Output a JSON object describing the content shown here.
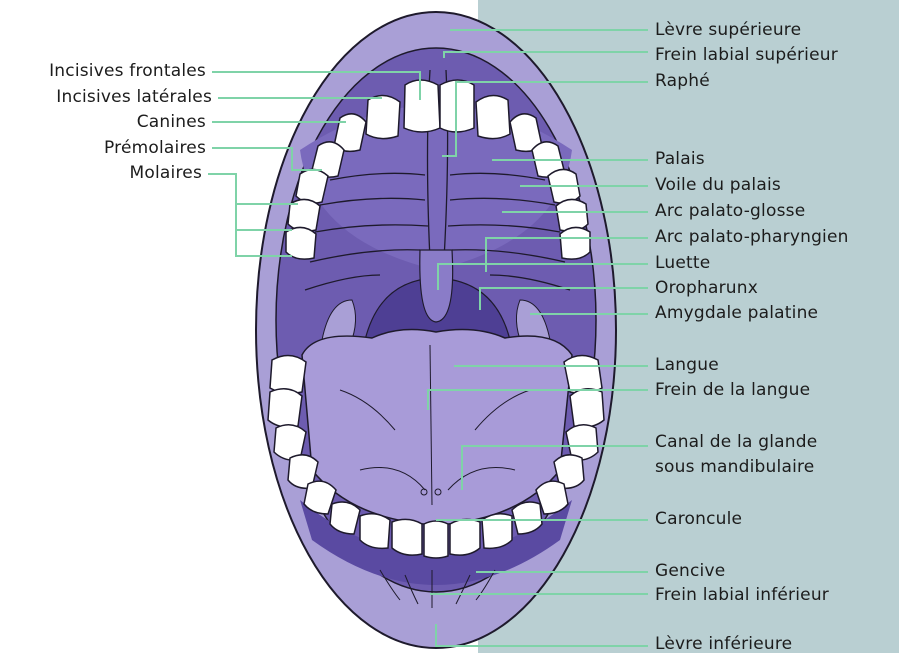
{
  "colors": {
    "panel": "#b9cfd2",
    "leader": "#7fd3a8",
    "lip": "#a99fd6",
    "cavity": "#6d5cb0",
    "throat": "#4e3f94",
    "tongue": "#a89bd8",
    "tooth": "#ffffff",
    "outline": "#1e1a2c"
  },
  "labels_left": [
    "Incisives frontales",
    "Incisives latérales",
    "Canines",
    "Prémolaires",
    "Molaires"
  ],
  "labels_right": [
    "Lèvre supérieure",
    "Frein labial supérieur",
    "Raphé",
    "Palais",
    "Voile du palais",
    "Arc palato-glosse",
    "Arc palato-pharyngien",
    "Luette",
    "Oropharunx",
    "Amygdale palatine",
    "Langue",
    "Frein de la langue",
    "Canal de la glande",
    "sous mandibulaire",
    "Caroncule",
    "Gencive",
    "Frein labial inférieur",
    "Lèvre inférieure"
  ]
}
